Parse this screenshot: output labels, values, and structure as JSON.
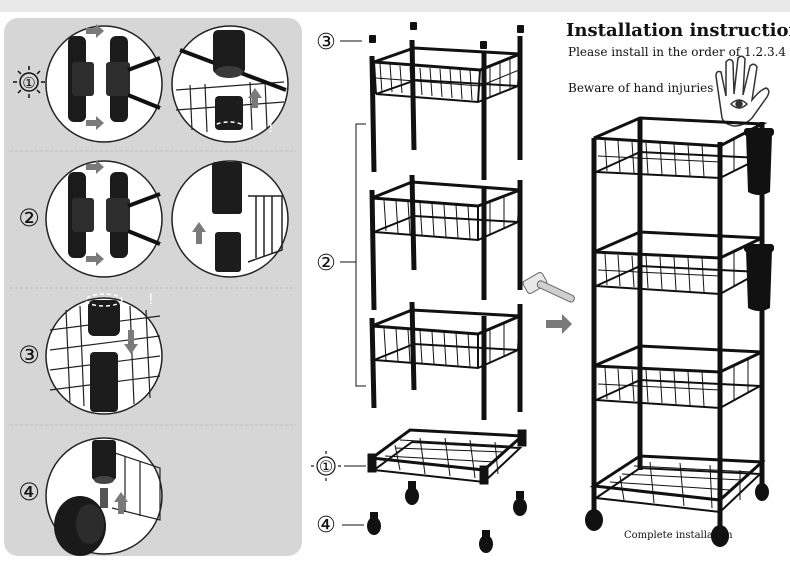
{
  "title": "Installation instruction",
  "subtitle": "Please install in the order of 1.2.3.4",
  "warning": "Beware of hand injuries",
  "complete_label": "Complete installation",
  "steps": {
    "one": "①",
    "two": "②",
    "three": "③",
    "four": "④"
  },
  "colors": {
    "panel": "#d6d6d6",
    "frame": "#111111",
    "arrow": "#7a7a7a"
  },
  "icons": [
    "sun-step-icon",
    "hand-warning-icon",
    "hammer-icon",
    "arrow-right-icon",
    "arrow-up-icon"
  ]
}
